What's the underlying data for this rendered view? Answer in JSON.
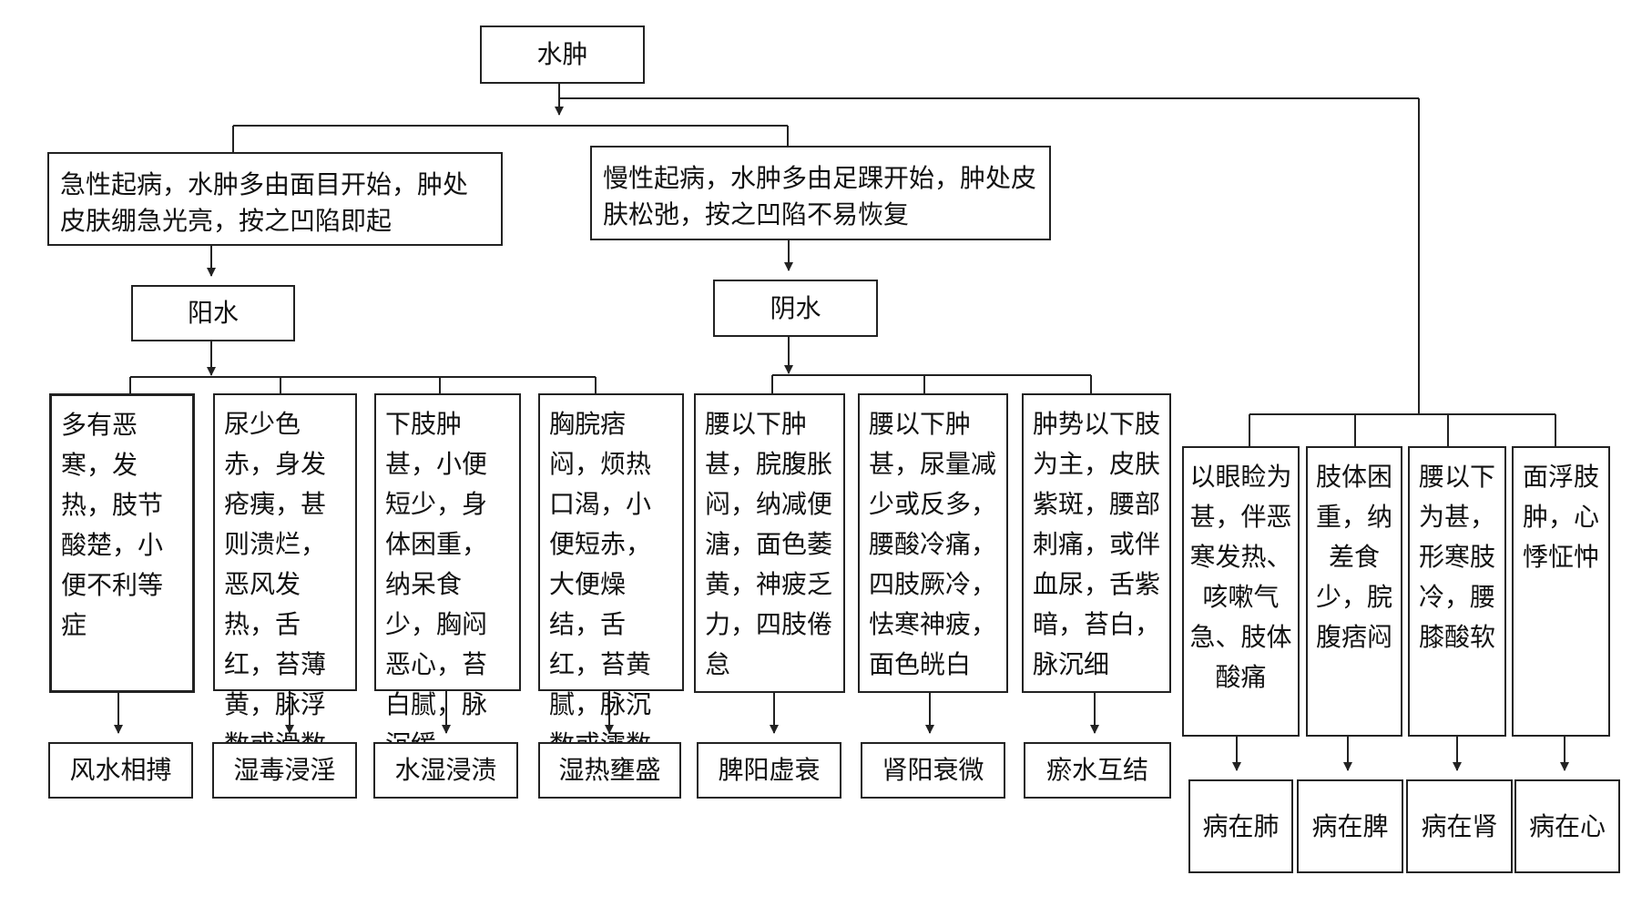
{
  "root": "水肿",
  "acute": {
    "desc": "急性起病，水肿多由面目开始，肿处皮肤绷急光亮，按之凹陷即起",
    "name": "阳水",
    "branches": [
      {
        "symptoms": "多有恶寒，发热，肢节酸楚，小便不利等症",
        "result": "风水相搏"
      },
      {
        "symptoms": "尿少色赤，身发疮痍，甚则溃烂，恶风发热，舌红，苔薄黄，脉浮数或滑数",
        "result": "湿毒浸淫"
      },
      {
        "symptoms": "下肢肿甚，小便短少，身体困重，纳呆食少，胸闷恶心，苔白腻，脉沉缓",
        "result": "水湿浸渍"
      },
      {
        "symptoms": "胸脘痞闷，烦热口渴，小便短赤，大便燥结，舌红，苔黄腻，脉沉数或濡数",
        "result": "湿热壅盛"
      }
    ]
  },
  "chronic": {
    "desc": "慢性起病，水肿多由足踝开始，肿处皮肤松弛，按之凹陷不易恢复",
    "name": "阴水",
    "branches": [
      {
        "symptoms": "腰以下肿甚，脘腹胀闷，纳减便溏，面色萎黄，神疲乏力，四肢倦怠",
        "result": "脾阳虚衰"
      },
      {
        "symptoms": "腰以下肿甚，尿量减少或反多，腰酸冷痛，四肢厥冷，怯寒神疲，面色㿠白",
        "result": "肾阳衰微"
      },
      {
        "symptoms": "肿势以下肢为主，皮肤紫斑，腰部刺痛，或伴血尿，舌紫暗，苔白，脉沉细",
        "result": "瘀水互结"
      }
    ]
  },
  "organs": [
    {
      "symptoms": "以眼睑为甚，伴恶寒发热、咳嗽气急、肢体酸痛",
      "result": "病在肺"
    },
    {
      "symptoms": "肢体困重，纳差食少，脘腹痞闷",
      "result": "病在脾"
    },
    {
      "symptoms": "腰以下为甚，形寒肢冷，腰膝酸软",
      "result": "病在肾"
    },
    {
      "symptoms": "面浮肢肿，心悸怔忡",
      "result": "病在心"
    }
  ]
}
